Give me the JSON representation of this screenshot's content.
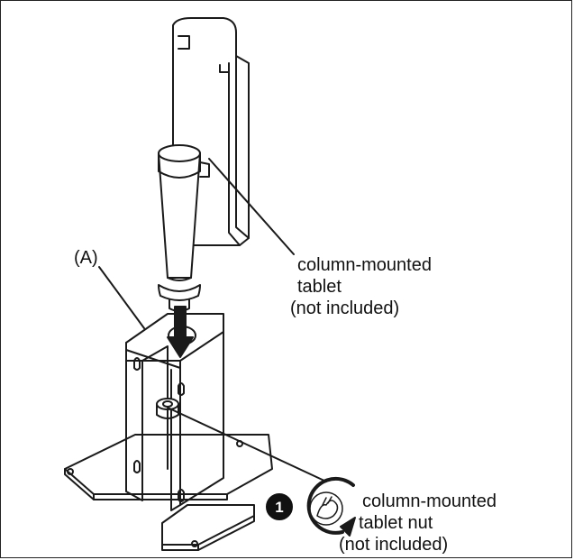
{
  "labels": {
    "part_a": "(A)",
    "tablet": [
      "column-mounted",
      "tablet",
      "(not included)"
    ],
    "nut": [
      "column-mounted",
      "tablet nut",
      "(not included)"
    ]
  },
  "step": {
    "number": "1"
  },
  "colors": {
    "line": "#1a1a1a",
    "fill": "#ffffff",
    "badge": "#111111"
  }
}
